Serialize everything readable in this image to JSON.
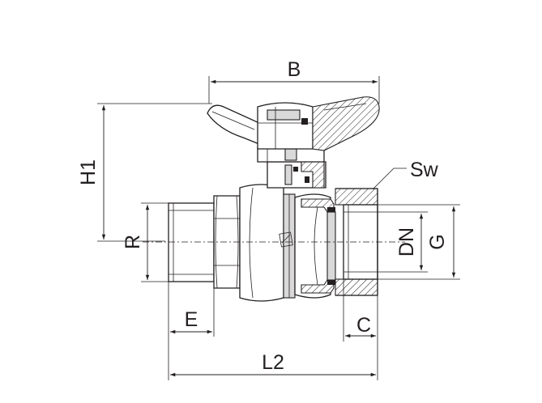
{
  "dimension_labels": {
    "B": "B",
    "H1": "H1",
    "R": "R",
    "Sw": "Sw",
    "DN": "DN",
    "G": "G",
    "E": "E",
    "C": "C",
    "L2": "L2"
  }
}
